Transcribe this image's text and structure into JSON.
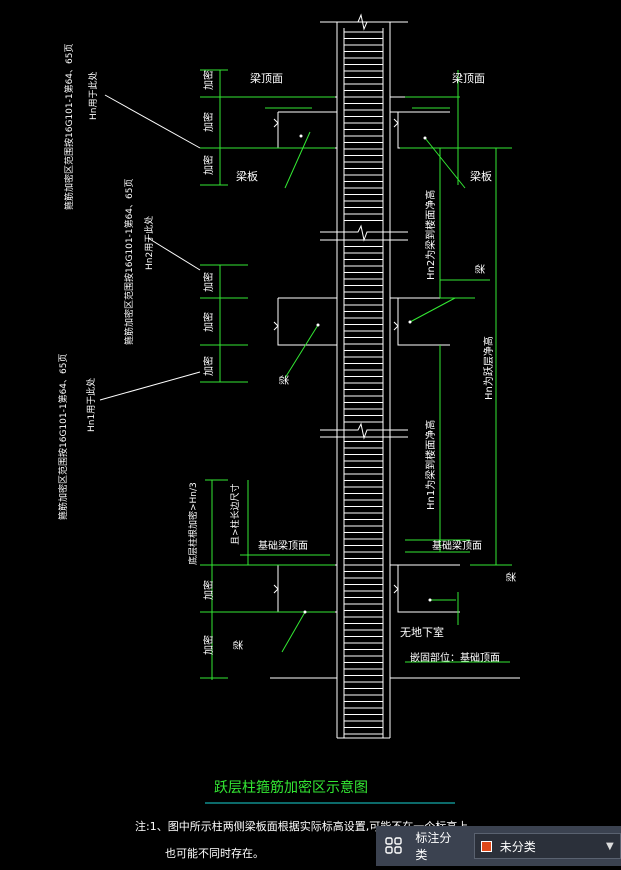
{
  "diagram": {
    "title": "跃层柱箍筋加密区示意图",
    "notes": [
      "注:1、图中所示柱两侧梁板面根据实际标高设置,可能不在一个标高上",
      "也可能不同时存在。"
    ],
    "labels": {
      "beam_top_left": "梁顶面",
      "beam_top_right": "梁顶面",
      "beam_slab_left": "梁板",
      "beam_slab_right": "梁板",
      "beam_mid_left": "梁",
      "beam_mid_right": "梁",
      "beam_base_left": "梁",
      "beam_base_right": "梁",
      "jiamiqu": "加密",
      "foundation_top_left": "基础梁顶面",
      "foundation_top_right": "基础梁顶面",
      "no_basement": "无地下室",
      "embed_part": "嵌固部位：基础顶面",
      "hn2_text": "Hn2为梁到楼面净高",
      "hn1_text": "Hn1为梁到楼面净高",
      "hn_total": "Hn为跃层净高",
      "annot_top": "箍筋加密区范围按16G101-1第64、65页",
      "annot_top_sub": "Hn用于此处",
      "annot_mid": "箍筋加密区范围按16G101-1第64、65页",
      "annot_mid_sub": "Hn2用于此处",
      "annot_low": "箍筋加密区范围按16G101-1第64、65页",
      "annot_low_sub": "Hn1用于此处",
      "annot_base_1": "底层柱根加密>Hn/3",
      "annot_base_2": "且>柱长边尺寸"
    }
  },
  "toolbar": {
    "grid_icon": "grid-icon",
    "label": "标注分类",
    "select_value": "未分类",
    "swatch_color": "#e0491a",
    "arrow_icon": "chevron-down-icon"
  },
  "colors": {
    "green": "#33e833",
    "white": "#ffffff",
    "cyan": "#19d4d4",
    "background": "#000000"
  }
}
